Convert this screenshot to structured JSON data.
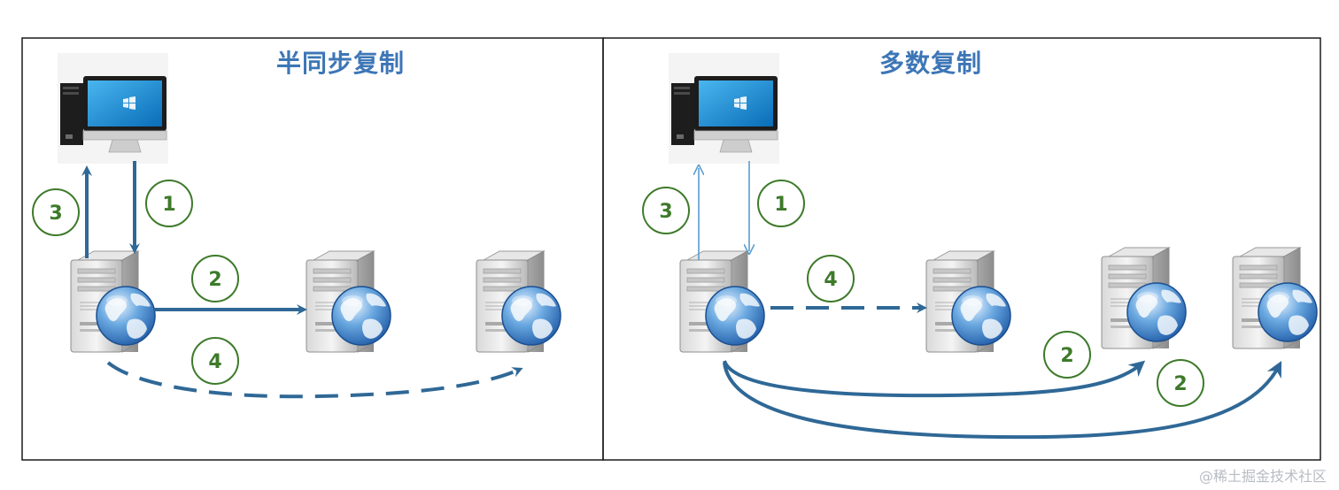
{
  "panels": {
    "left": {
      "title": "半同步复制"
    },
    "right": {
      "title": "多数复制"
    }
  },
  "steps": {
    "left": {
      "request": "1",
      "replicate": "2",
      "ack_client": "3",
      "async_replicate": "4"
    },
    "right": {
      "request": "1",
      "replicate_a": "2",
      "replicate_b": "2",
      "ack_client": "3",
      "async_replicate": "4"
    }
  },
  "watermark": "@稀土掘金技术社区",
  "colors": {
    "title": "#3d76b6",
    "arrow": "#2f6896",
    "arrow_thin": "#5a9dd0",
    "step_circle": "#3d7a2a",
    "border": "#1a1a1a"
  },
  "icons": {
    "client": "desktop-computer-icon",
    "server": "web-server-icon"
  }
}
